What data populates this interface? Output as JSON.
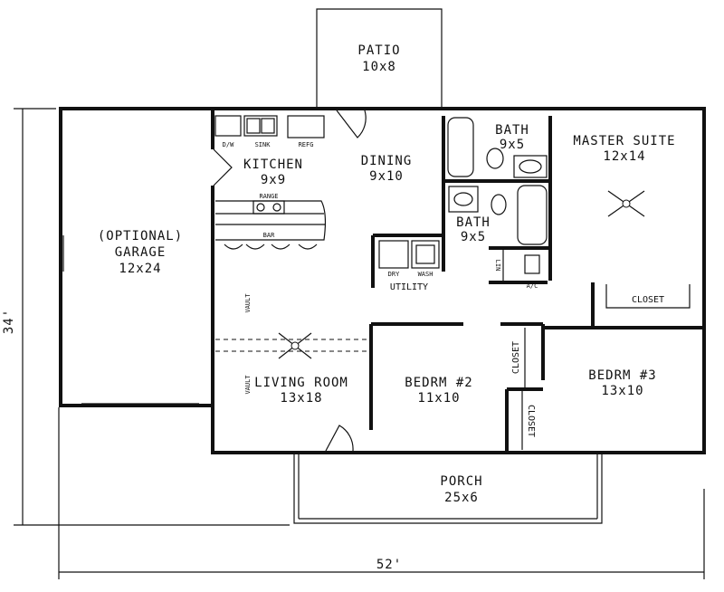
{
  "plan": {
    "overall_depth": "34'",
    "overall_width": "52'",
    "rooms": {
      "patio": {
        "name": "PATIO",
        "size": "10x8"
      },
      "garage": {
        "name": "(OPTIONAL)",
        "name2": "GARAGE",
        "size": "12x24"
      },
      "kitchen": {
        "name": "KITCHEN",
        "size": "9x9"
      },
      "dining": {
        "name": "DINING",
        "size": "9x10"
      },
      "bath1": {
        "name": "BATH",
        "size": "9x5"
      },
      "bath2": {
        "name": "BATH",
        "size": "9x5"
      },
      "master": {
        "name": "MASTER SUITE",
        "size": "12x14"
      },
      "utility": {
        "name": "UTILITY"
      },
      "living": {
        "name": "LIVING ROOM",
        "size": "13x18"
      },
      "bedrm2": {
        "name": "BEDRM #2",
        "size": "11x10"
      },
      "bedrm3": {
        "name": "BEDRM #3",
        "size": "13x10"
      },
      "porch": {
        "name": "PORCH",
        "size": "25x6"
      }
    },
    "fixtures": {
      "dw": "D/W",
      "sink": "SINK",
      "refg": "REFG",
      "range": "RANGE",
      "bar": "BAR",
      "dry": "DRY",
      "wash": "WASH",
      "lin": "LIN",
      "ac": "A/C",
      "closet": "CLOSET",
      "vault": "VAULT"
    }
  }
}
